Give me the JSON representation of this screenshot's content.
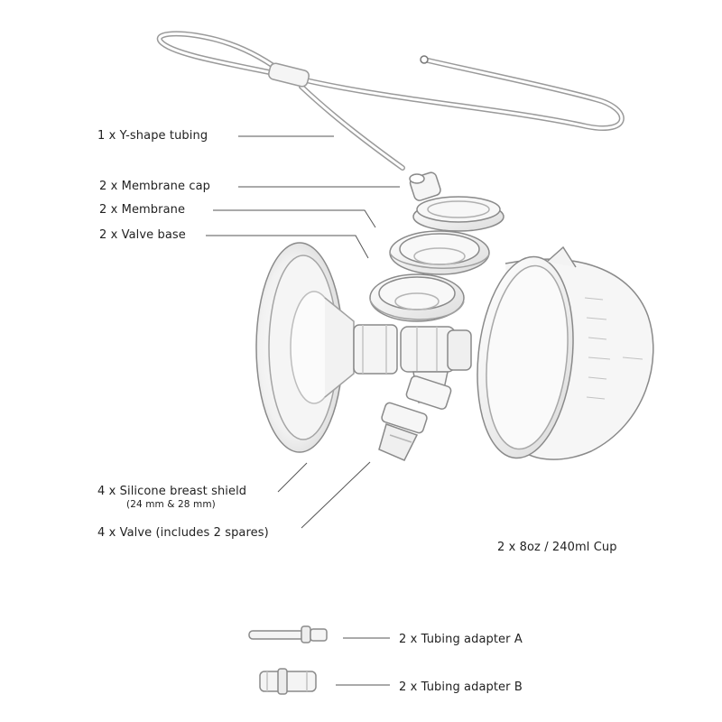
{
  "labels": {
    "y_tubing": "1 x Y-shape tubing",
    "membrane_cap": "2 x Membrane cap",
    "membrane": "2 x Membrane",
    "valve_base": "2 x Valve base",
    "breast_shield": "4 x Silicone breast shield",
    "breast_shield_sizes": "(24 mm & 28 mm)",
    "valve": "4 x Valve (includes 2 spares)",
    "cup": "2 x 8oz / 240ml Cup",
    "adapter_a": "2 x Tubing adapter A",
    "adapter_b": "2 x Tubing adapter B"
  },
  "colors": {
    "text": "#222222",
    "leader": "#555555",
    "part_stroke": "#8a8a8a",
    "part_fill": "#f3f3f3"
  }
}
